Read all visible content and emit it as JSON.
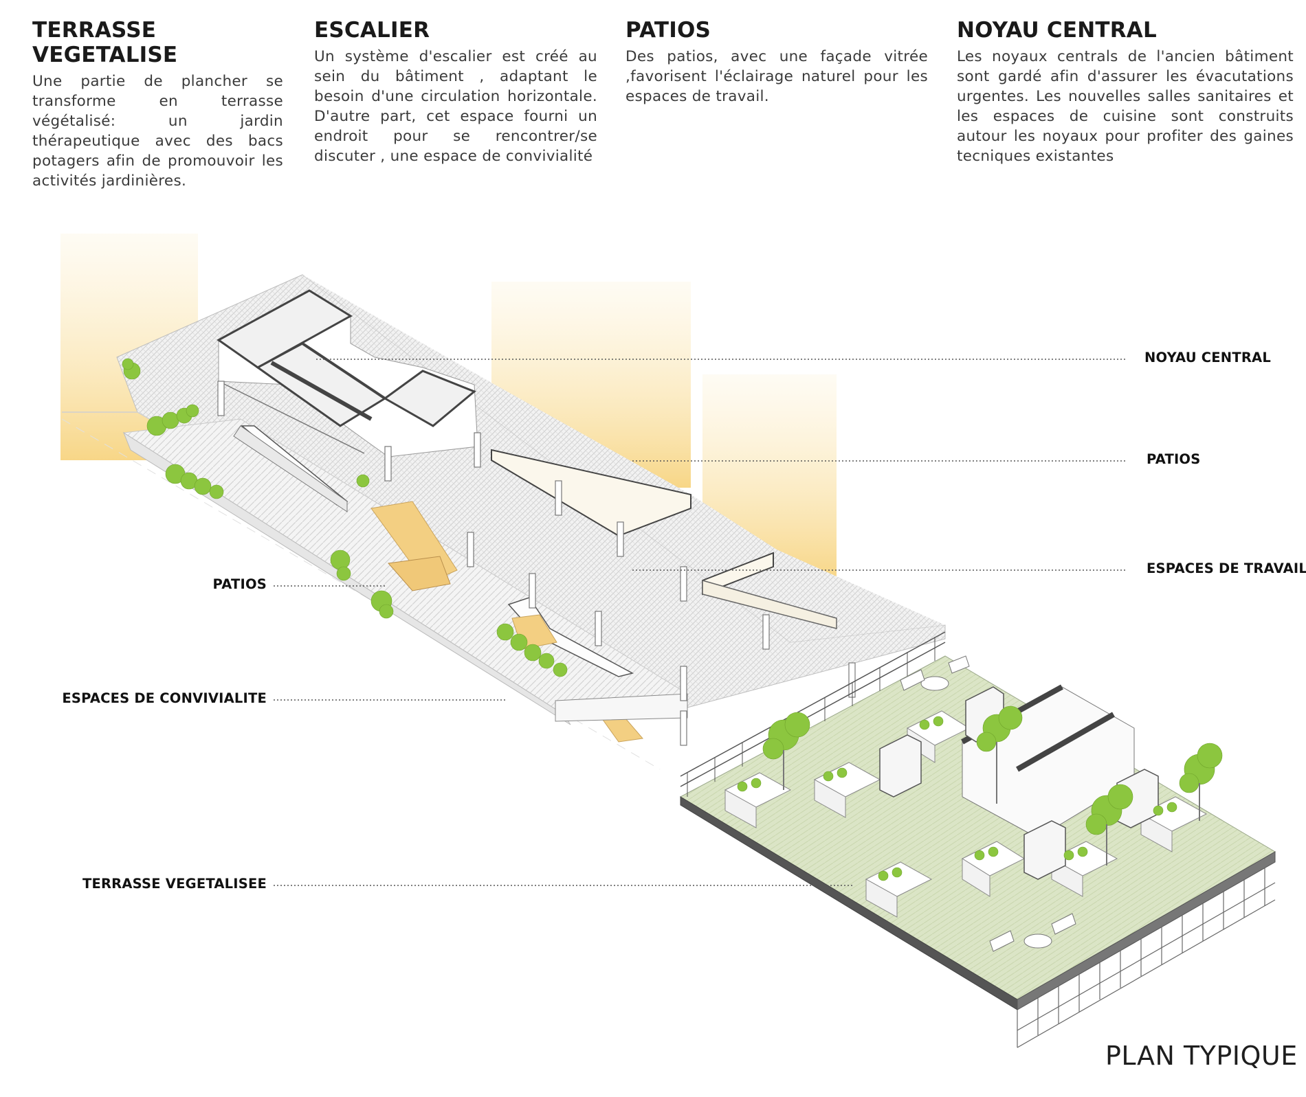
{
  "sections": [
    {
      "title": "TERRASSE VEGETALISE",
      "text": "Une partie de plancher se transforme en terrasse végétalisé: un jardin thérapeutique avec des bacs potagers afin de promouvoir les activités jardinières."
    },
    {
      "title": "ESCALIER",
      "text": "Un système d'escalier est créé au sein du bâtiment , adaptant le besoin d'une circulation horizontale. D'autre part, cet espace fourni un endroit pour se rencontrer/se discuter , une espace de convivialité"
    },
    {
      "title": "PATIOS",
      "text": "Des patios, avec une façade vitrée ,favorisent l'éclairage naturel pour les espaces de travail."
    },
    {
      "title": "NOYAU CENTRAL",
      "text": "Les noyaux centrals de l'ancien bâtiment sont gardé afin d'assurer les évacutations urgentes. Les nouvelles salles sanitaires et les espaces de cuisine sont construits autour les noyaux pour profiter des gaines tecniques existantes"
    }
  ],
  "callouts": {
    "noyau_central": "NOYAU CENTRAL",
    "patios_right": "PATIOS",
    "espaces_travail": "ESPACES DE TRAVAIL",
    "patios_left": "PATIOS",
    "espaces_convivialite": "ESPACES DE CONVIVIALITE",
    "terrasse_vegetalisee": "TERRASSE VEGETALISEE"
  },
  "plan_title": "PLAN TYPIQUE",
  "colors": {
    "floor_hatch": "#e8e8e8",
    "terrace_green": "#d9e4c4",
    "plant_green": "#8cc63f",
    "light_glow": "#f6d98a",
    "stair_wood": "#f0c878",
    "wall_dark": "#4a4a4a",
    "leader_line": "#555555"
  }
}
